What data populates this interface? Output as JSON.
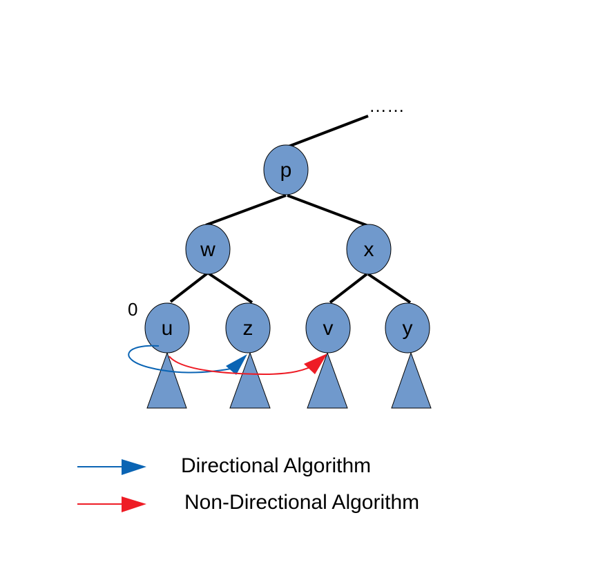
{
  "top_ellipsis": "……",
  "start_marker": "0",
  "nodes": {
    "p": "p",
    "w": "w",
    "x": "x",
    "u": "u",
    "z": "z",
    "v": "v",
    "y": "y"
  },
  "colors": {
    "node_fill": "#7099cc",
    "edge": "#000000",
    "directional": "#0a64b4",
    "non_directional": "#ee1c25"
  },
  "legend": {
    "directional_label": "Directional Algorithm",
    "non_directional_label": "Non-Directional Algorithm"
  }
}
